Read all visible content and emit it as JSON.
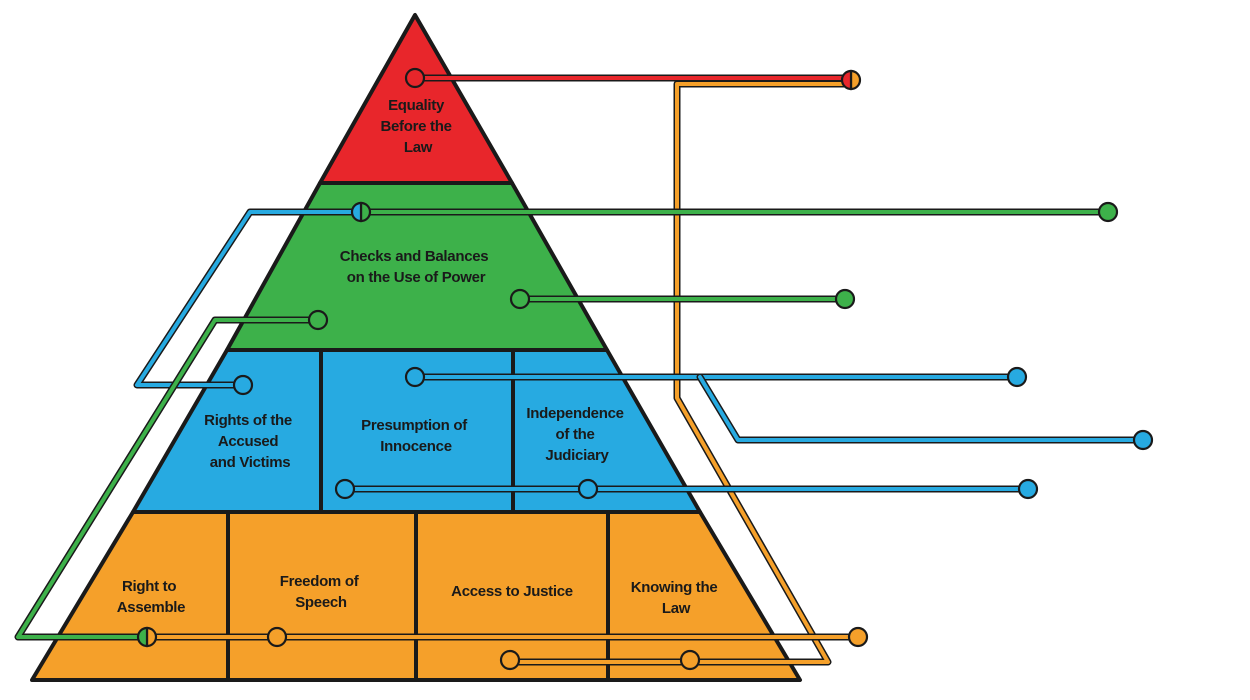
{
  "colors": {
    "red": "#e8262b",
    "green": "#3db14a",
    "blue": "#27aae1",
    "orange": "#f5a02a",
    "outline": "#1a1a1a"
  },
  "tiers": [
    {
      "name": "equality",
      "labels": [
        "Equality Before the Law"
      ]
    },
    {
      "name": "checks",
      "labels": [
        "Checks and Balances on the Use of Power"
      ]
    },
    {
      "name": "rights",
      "labels": [
        "Rights of the Accused and Victims",
        "Presumption of Innocence",
        "Independence of the Judiciary"
      ]
    },
    {
      "name": "foundation",
      "labels": [
        "Right to Assemble",
        "Freedom of Speech",
        "Access to Justice",
        "Knowing the Law"
      ]
    }
  ],
  "text": {
    "equality": {
      "l1": "Equality",
      "l2": "Before the",
      "l3": "Law"
    },
    "checks": {
      "l1": "Checks and Balances",
      "l2": "on the Use of Power"
    },
    "rights_accused": {
      "l1": "Rights of the",
      "l2": "Accused",
      "l3": "and Victims"
    },
    "presumption": {
      "l1": "Presumption of",
      "l2": "Innocence"
    },
    "independence": {
      "l1": "Independence",
      "l2": "of the",
      "l3": "Judiciary"
    },
    "assemble": {
      "l1": "Right to",
      "l2": "Assemble"
    },
    "speech": {
      "l1": "Freedom of",
      "l2": "Speech"
    },
    "access": {
      "l1": "Access to Justice"
    },
    "knowing": {
      "l1": "Knowing the",
      "l2": "Law"
    }
  }
}
